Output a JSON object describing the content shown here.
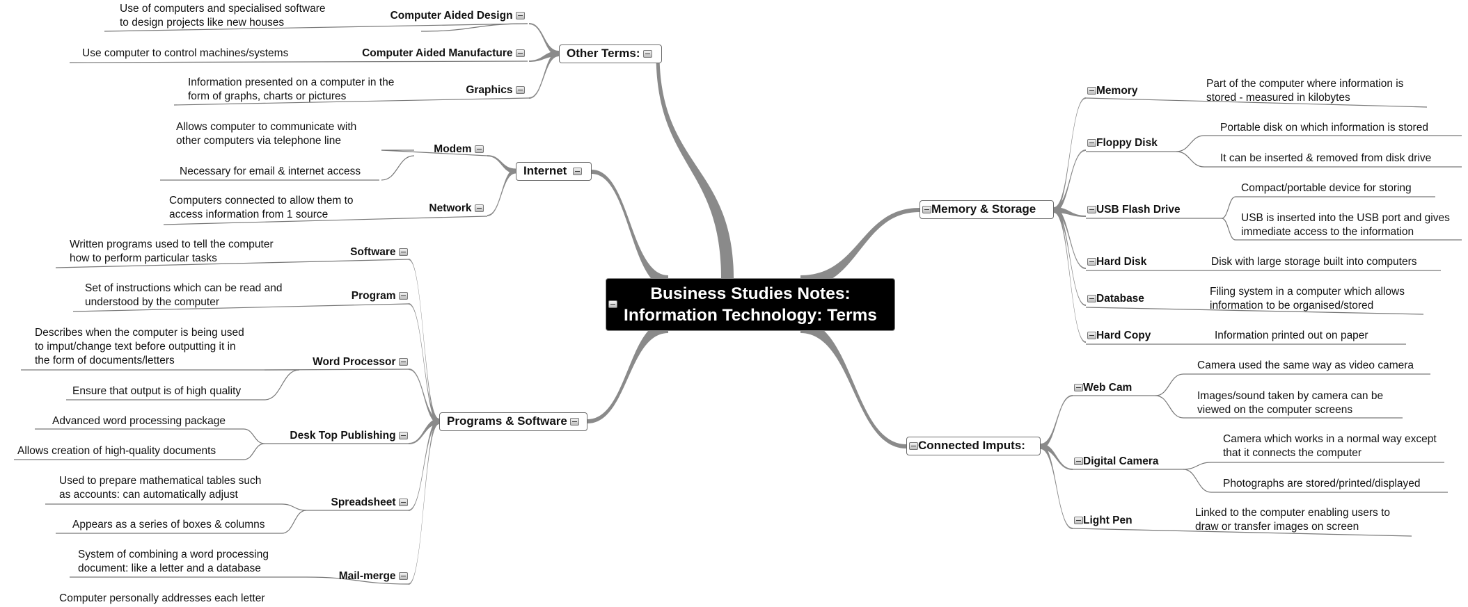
{
  "title_lines": [
    "Business Studies Notes:",
    "Information Technology: Terms"
  ],
  "branches": {
    "other_terms": {
      "label": "Other Terms:",
      "items": [
        {
          "label": "Computer Aided Design",
          "notes": [
            "Use of computers and specialised software\nto design projects like new houses"
          ]
        },
        {
          "label": "Computer Aided Manufacture",
          "notes": [
            "Use computer to control machines/systems"
          ]
        },
        {
          "label": "Graphics",
          "notes": [
            "Information presented on a computer in the\nform of graphs, charts or pictures"
          ]
        }
      ]
    },
    "internet": {
      "label": "Internet",
      "items": [
        {
          "label": "Modem",
          "notes": [
            "Allows computer to communicate with\nother computers via telephone line",
            "Necessary for email & internet access"
          ]
        },
        {
          "label": "Network",
          "notes": [
            "Computers connected to allow them to\naccess information from 1 source"
          ]
        }
      ]
    },
    "programs": {
      "label": "Programs & Software",
      "items": [
        {
          "label": "Software",
          "notes": [
            "Written programs used to tell the computer\nhow to perform particular tasks"
          ]
        },
        {
          "label": "Program",
          "notes": [
            "Set of instructions which can be read and\nunderstood by the computer"
          ]
        },
        {
          "label": "Word Processor",
          "notes": [
            "Describes when the computer is being used\nto imput/change text before outputting it in\nthe form of documents/letters",
            "Ensure that output is of high quality"
          ]
        },
        {
          "label": "Desk Top Publishing",
          "notes": [
            "Advanced word processing package",
            "Allows creation of high-quality documents"
          ]
        },
        {
          "label": "Spreadsheet",
          "notes": [
            "Used to prepare mathematical tables such\nas accounts: can automatically adjust",
            "Appears as a series of boxes & columns"
          ]
        },
        {
          "label": "Mail-merge",
          "notes": [
            "System of combining a word processing\ndocument: like a letter and a database",
            "Computer personally addresses each letter"
          ]
        }
      ]
    },
    "memory": {
      "label": "Memory & Storage",
      "items": [
        {
          "label": "Memory",
          "notes": [
            "Part of the computer where information is\nstored - measured in kilobytes"
          ]
        },
        {
          "label": "Floppy Disk",
          "notes": [
            "Portable disk on which information is stored",
            "It can be inserted & removed from disk drive"
          ]
        },
        {
          "label": "USB Flash Drive",
          "notes": [
            "Compact/portable device for storing",
            "USB is inserted into the USB port and gives\nimmediate access to the information"
          ]
        },
        {
          "label": "Hard Disk",
          "notes": [
            "Disk with large storage built into computers"
          ]
        },
        {
          "label": "Database",
          "notes": [
            "Filing system in a computer which allows\ninformation to be organised/stored"
          ]
        },
        {
          "label": "Hard Copy",
          "notes": [
            "Information printed out on paper"
          ]
        }
      ]
    },
    "inputs": {
      "label": "Connected Imputs:",
      "items": [
        {
          "label": "Web Cam",
          "notes": [
            "Camera used the same way as video camera",
            "Images/sound taken by camera can be\nviewed on the computer screens"
          ]
        },
        {
          "label": "Digital Camera",
          "notes": [
            "Camera which works in a normal way except\nthat it connects the computer",
            "Photographs are stored/printed/displayed"
          ]
        },
        {
          "label": "Light Pen",
          "notes": [
            "Linked to the computer enabling users to\ndraw or transfer images on screen"
          ]
        }
      ]
    }
  }
}
